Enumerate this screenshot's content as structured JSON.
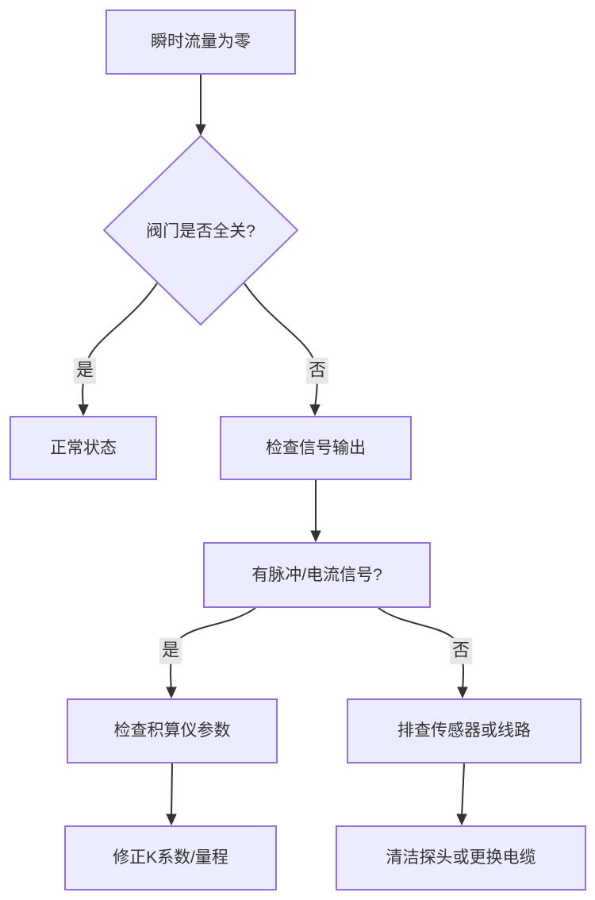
{
  "diagram": {
    "type": "flowchart",
    "direction": "top-down",
    "colors": {
      "node_fill": "#ECECFF",
      "node_border": "#9370DB",
      "edge_stroke": "#333333",
      "text": "#333333",
      "edge_label_background": "#e8e8e8",
      "background": "#ffffff"
    },
    "nodes": {
      "start": {
        "label": "瞬时流量为零",
        "shape": "rect"
      },
      "valve_question": {
        "label": "阀门是否全关?",
        "shape": "diamond"
      },
      "normal": {
        "label": "正常状态",
        "shape": "rect"
      },
      "check_signal": {
        "label": "检查信号输出",
        "shape": "rect"
      },
      "signal_question": {
        "label": "有脉冲/电流信号?",
        "shape": "rect"
      },
      "check_totalizer": {
        "label": "检查积算仪参数",
        "shape": "rect"
      },
      "check_sensor": {
        "label": "排查传感器或线路",
        "shape": "rect"
      },
      "fix_k": {
        "label": "修正K系数/量程",
        "shape": "rect"
      },
      "clean_probe": {
        "label": "清洁探头或更换电缆",
        "shape": "rect"
      }
    },
    "edges": [
      {
        "from": "start",
        "to": "valve_question",
        "label": ""
      },
      {
        "from": "valve_question",
        "to": "normal",
        "label": "是"
      },
      {
        "from": "valve_question",
        "to": "check_signal",
        "label": "否"
      },
      {
        "from": "check_signal",
        "to": "signal_question",
        "label": ""
      },
      {
        "from": "signal_question",
        "to": "check_totalizer",
        "label": "是"
      },
      {
        "from": "signal_question",
        "to": "check_sensor",
        "label": "否"
      },
      {
        "from": "check_totalizer",
        "to": "fix_k",
        "label": ""
      },
      {
        "from": "check_sensor",
        "to": "clean_probe",
        "label": ""
      }
    ]
  }
}
